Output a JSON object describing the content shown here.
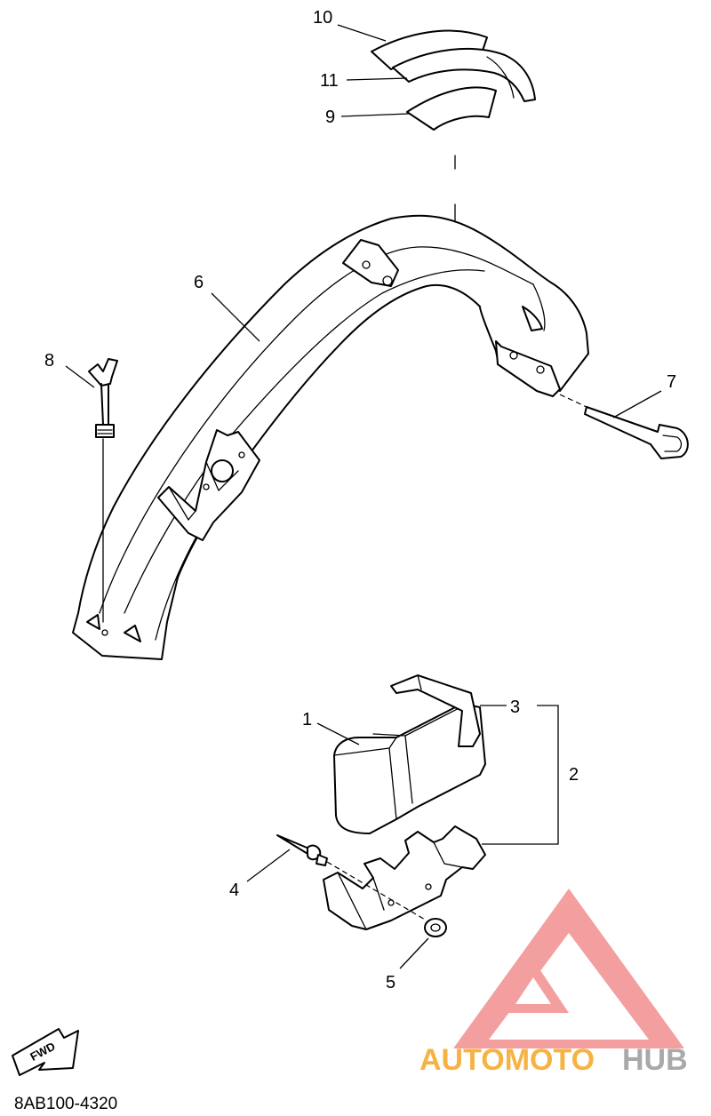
{
  "callouts": [
    "10",
    "11",
    "9",
    "6",
    "8",
    "7",
    "3",
    "1",
    "2",
    "4",
    "5"
  ],
  "fwd_label": "FWD",
  "drawing_code": "8AB100-4320",
  "watermark": {
    "part1": "AUTOMOTO",
    "part2": "HUB",
    "color_triangle": "#f08080",
    "color_text1": "#f5a623",
    "color_text2": "#9b9b9b"
  }
}
